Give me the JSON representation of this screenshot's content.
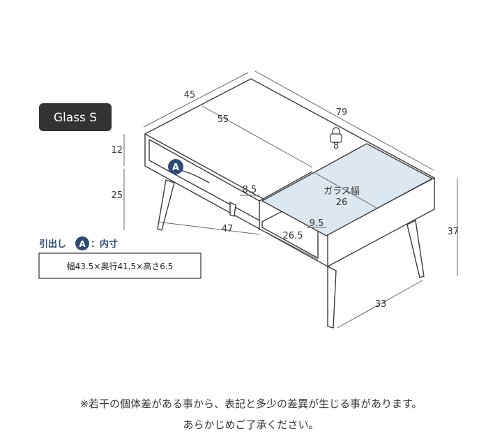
{
  "badge": {
    "label": "Glass S",
    "color": "#333333"
  },
  "dimensions": {
    "width_top": "45",
    "length_top": "79",
    "inner_length": "55",
    "drawer_height": "12",
    "leg_height_upper": "25",
    "total_height": "37",
    "drawer_width": "47",
    "shelf_width": "26.5",
    "side_gap": "8.5",
    "shelf_height": "9.5",
    "leg_span": "33",
    "lock_value": "8"
  },
  "glass": {
    "label": "ガラス幅",
    "value": "26",
    "color": "#dde7f0"
  },
  "drawer_marker": {
    "letter": "A",
    "color": "#2d4b73"
  },
  "drawer_spec": {
    "title_prefix": "引出し",
    "title_suffix": "：内寸",
    "detail": "幅43.5×奥行41.5×高さ6.5"
  },
  "footnote": {
    "line1": "※若干の個体差がある事から、表記と多少の差異が生じる事があります。",
    "line2": "あらかじめご了承ください。"
  },
  "colors": {
    "outline": "#3a3a3a",
    "dim_line": "#666666"
  }
}
